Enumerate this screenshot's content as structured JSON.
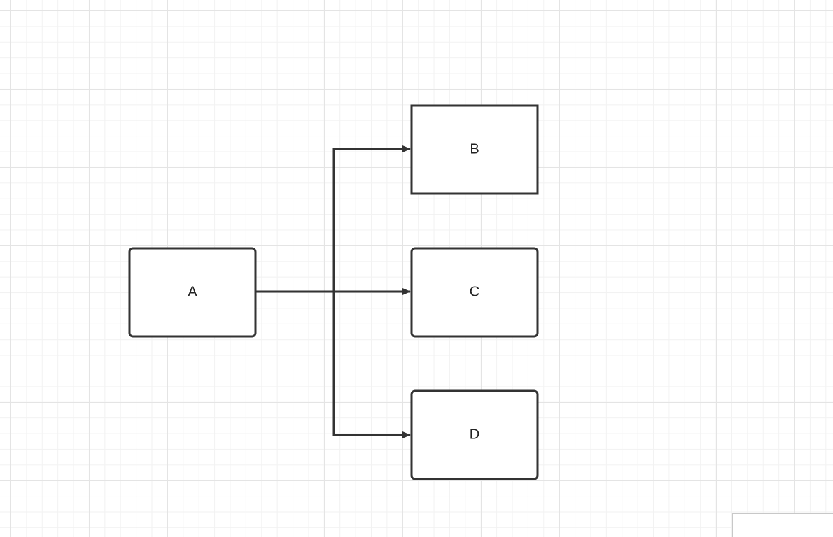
{
  "diagram": {
    "nodes": [
      {
        "id": "A",
        "label": "A"
      },
      {
        "id": "B",
        "label": "B"
      },
      {
        "id": "C",
        "label": "C"
      },
      {
        "id": "D",
        "label": "D"
      }
    ],
    "edges": [
      {
        "from": "A",
        "to": "B"
      },
      {
        "from": "A",
        "to": "C"
      },
      {
        "from": "A",
        "to": "D"
      }
    ],
    "colors": {
      "stroke": "#333333",
      "grid_major": "#e4e4e4",
      "grid_minor": "#f2f2f2"
    }
  }
}
